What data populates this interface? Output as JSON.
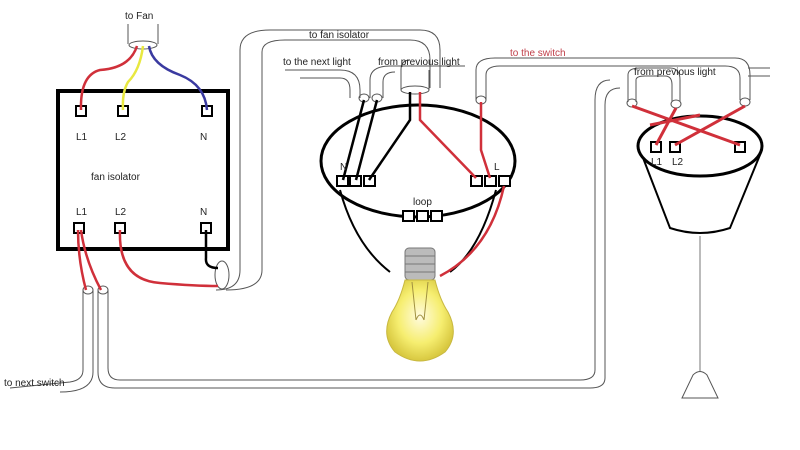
{
  "labels": {
    "to_fan": "to Fan",
    "fan_isolator": "fan isolator",
    "isolator_top": [
      "L1",
      "L2",
      "N"
    ],
    "isolator_bottom": [
      "L1",
      "L2",
      "N"
    ],
    "to_fan_isolator": "to fan isolator",
    "to_the_next_light": "to the next light",
    "from_previous_light_1": "from previous light",
    "to_the_switch": "to the switch",
    "from_previous_light_2": "from previous light",
    "rose_n": "N",
    "rose_l": "L",
    "loop": "loop",
    "switch_terminals": [
      "L1",
      "L2"
    ],
    "to_next_switch": "to next switch"
  },
  "colors": {
    "live": "#d0303a",
    "switched": "#e8e840",
    "neutral": "#3a3aa0",
    "earth": "#000000",
    "bulb": "#f6ee70"
  }
}
